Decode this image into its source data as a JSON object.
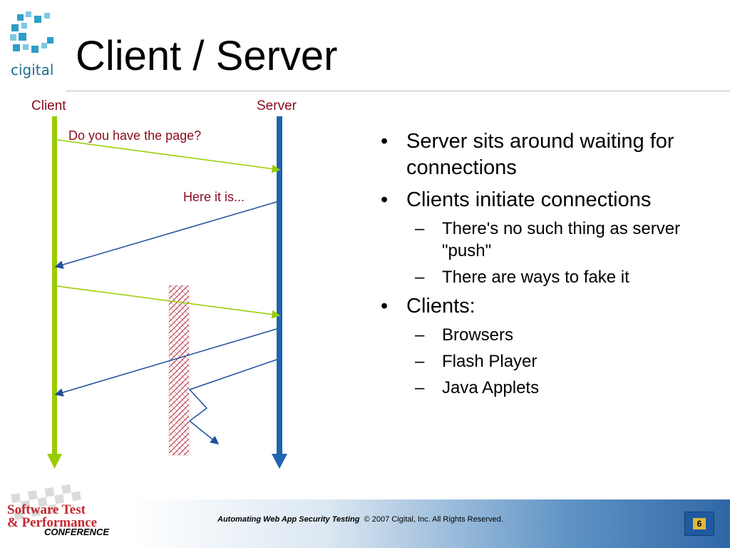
{
  "slide": {
    "title": "Client / Server",
    "logo_text": "cigital"
  },
  "diagram": {
    "client_label": "Client",
    "server_label": "Server",
    "request_label": "Do you have the page?",
    "response_label": "Here it is...",
    "colors": {
      "client_line": "#99cc00",
      "server_line": "#1f64ae",
      "request_arrow": "#99cc00",
      "response_arrow": "#1f4f9c",
      "label_text": "#8b0a1e",
      "firewall": "#b0283a"
    }
  },
  "bullets": [
    {
      "level": 1,
      "mark": "•",
      "text": "Server sits around waiting for connections"
    },
    {
      "level": 1,
      "mark": "•",
      "text": "Clients initiate connections"
    },
    {
      "level": 2,
      "mark": "–",
      "text": "There's no such thing as server \"push\""
    },
    {
      "level": 2,
      "mark": "–",
      "text": "There are ways to fake it"
    },
    {
      "level": 1,
      "mark": "•",
      "text": "Clients:"
    },
    {
      "level": 2,
      "mark": "–",
      "text": "Browsers"
    },
    {
      "level": 2,
      "mark": "–",
      "text": "Flash Player"
    },
    {
      "level": 2,
      "mark": "–",
      "text": "Java Applets"
    }
  ],
  "footer": {
    "course": "Automating Web App Security Testing",
    "copyright": "© 2007 Cigital, Inc. All Rights Reserved.",
    "page_number": "6",
    "conference_line1": "Software Test",
    "conference_line2": "& Performance",
    "conference_line3": "CONFERENCE"
  }
}
